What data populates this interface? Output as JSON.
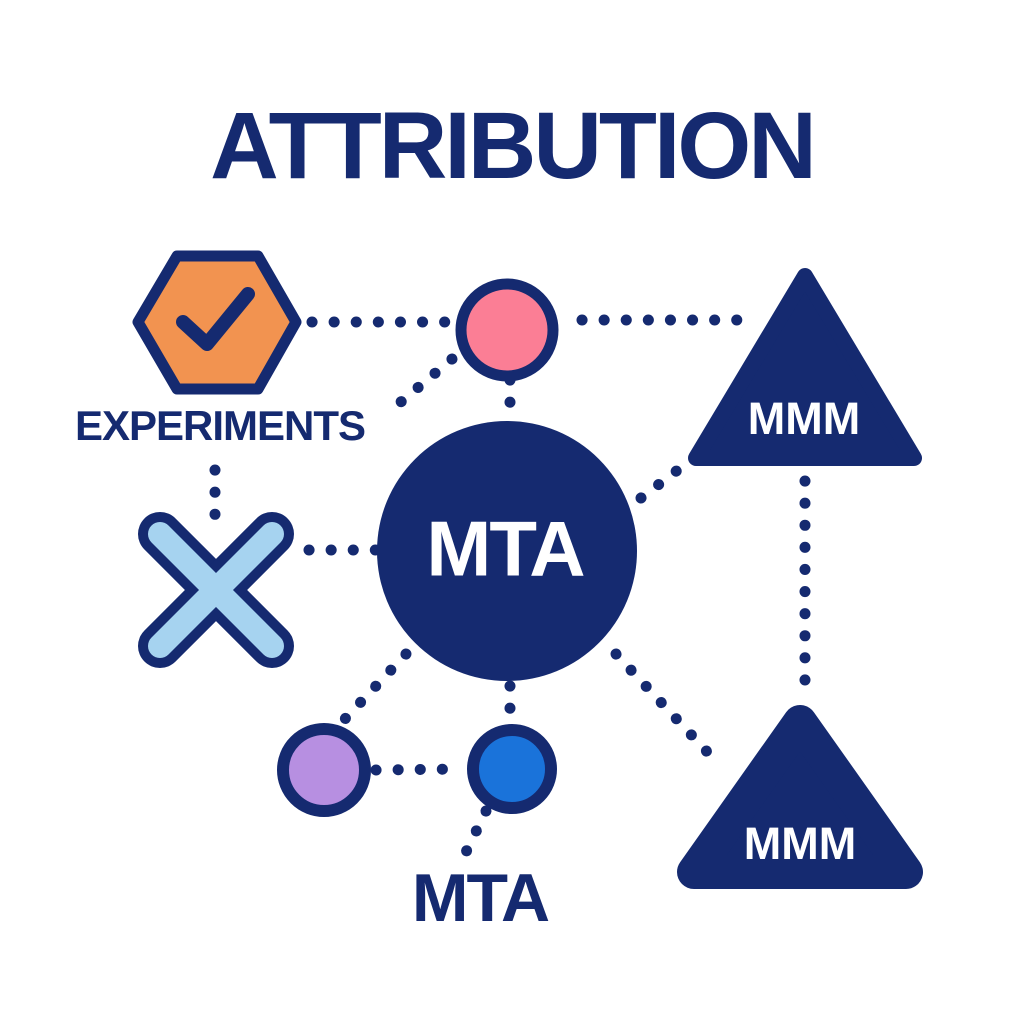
{
  "title": "ATTRIBUTION",
  "colors": {
    "navy": "#152a70",
    "orange": "#f29350",
    "pink": "#fb7e95",
    "light_blue": "#a6d3f0",
    "purple": "#b78fe1",
    "blue": "#1a73da",
    "white": "#ffffff",
    "background": "#ffffff"
  },
  "nodes": {
    "experiments": {
      "label": "EXPERIMENTS",
      "icon": "hexagon-check-icon",
      "fill": "#f29350"
    },
    "x_mark": {
      "icon": "x-mark-icon",
      "fill": "#a6d3f0"
    },
    "pink_node": {
      "icon": "circle-icon",
      "fill": "#fb7e95"
    },
    "mta": {
      "label": "MTA",
      "icon": "circle-icon",
      "fill": "#152a70"
    },
    "mmm_top": {
      "label": "MMM",
      "icon": "triangle-icon",
      "fill": "#152a70"
    },
    "mmm_bottom": {
      "label": "MMM",
      "icon": "triangle-icon",
      "fill": "#152a70"
    },
    "purple_node": {
      "icon": "circle-icon",
      "fill": "#b78fe1"
    },
    "blue_node": {
      "icon": "circle-icon",
      "fill": "#1a73da"
    },
    "mta_bottom": {
      "label": "MTA"
    }
  },
  "connector_style": "navy dotted line"
}
